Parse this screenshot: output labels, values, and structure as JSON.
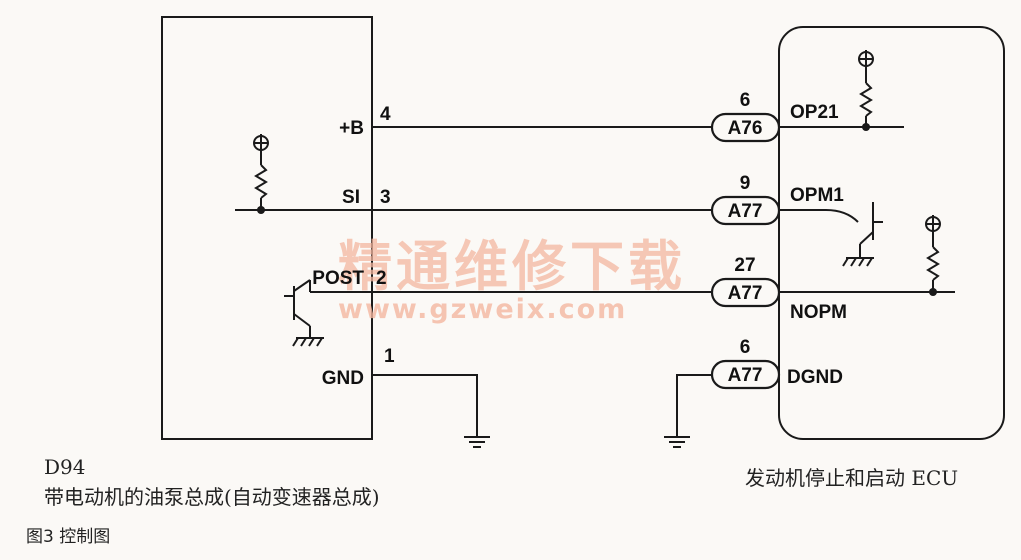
{
  "left_module": {
    "pins": [
      {
        "name": "+B",
        "number": "4"
      },
      {
        "name": "SI",
        "number": "3"
      },
      {
        "name": "POST",
        "number": "2"
      },
      {
        "name": "GND",
        "number": "1"
      }
    ],
    "code": "D94",
    "title": "带电动机的油泵总成(自动变速器总成)"
  },
  "right_module": {
    "title": "发动机停止和启动 ECU",
    "pins": [
      {
        "connector": "A76",
        "number": "6",
        "name": "OP21"
      },
      {
        "connector": "A77",
        "number": "9",
        "name": "OPM1"
      },
      {
        "connector": "A77",
        "number": "27",
        "name": "NOPM"
      },
      {
        "connector": "A77",
        "number": "6",
        "name": "DGND"
      }
    ]
  },
  "watermark": {
    "line1": "精通维修下载",
    "line2": "www.gzweix.com"
  },
  "figure_caption": "图3  控制图"
}
